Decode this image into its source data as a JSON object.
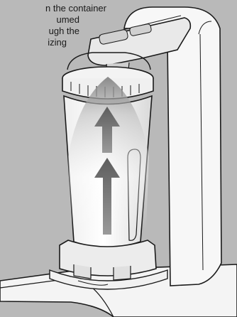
{
  "caption": {
    "lines": [
      "n the container",
      "umed",
      "ugh the",
      "izing"
    ]
  },
  "colors": {
    "background": "#b9b9b9",
    "outline": "#1a1a1a",
    "arrow": "#6e6e6e"
  },
  "icons": {
    "container": "blender-container",
    "airflow": "upward-air-flow-arrows",
    "appliance": "vacuum-lid-machine"
  }
}
